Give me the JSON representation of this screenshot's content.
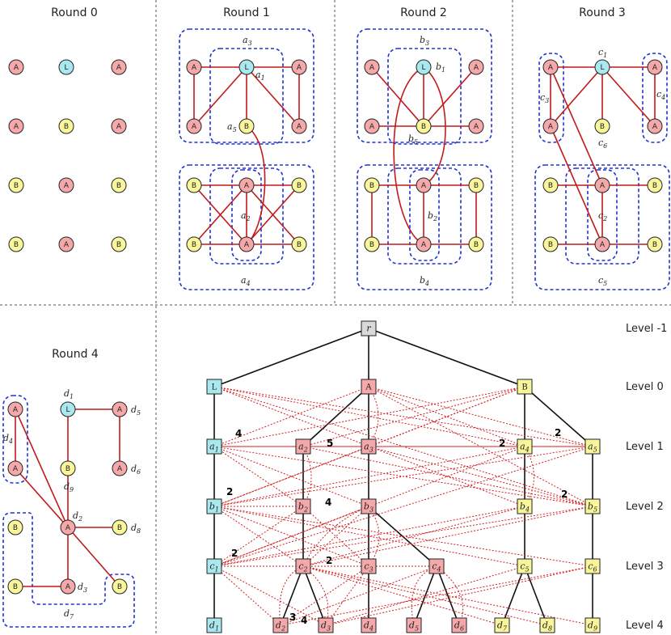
{
  "colors": {
    "A": "#f4a8aa",
    "L": "#a8e8ee",
    "B": "#f8f59a",
    "root": "#d9d9d9",
    "edge": "#c21a1a",
    "group": "#1f32d6"
  },
  "panels": {
    "round0": {
      "title": "Round 0"
    },
    "round1": {
      "title": "Round 1"
    },
    "round2": {
      "title": "Round 2"
    },
    "round3": {
      "title": "Round 3"
    },
    "round4": {
      "title": "Round 4"
    }
  },
  "tree": {
    "root": "r",
    "levels": [
      "Level -1",
      "Level 0",
      "Level 1",
      "Level 2",
      "Level 3",
      "Level 4"
    ],
    "counts": [
      "4",
      "5",
      "2",
      "2",
      "2",
      "4",
      "2",
      "2",
      "2",
      "3",
      "4"
    ]
  },
  "labels": {
    "A": "A",
    "B": "B",
    "L": "L",
    "a": "a",
    "b": "b",
    "c": "c",
    "d": "d",
    "s1": "1",
    "s2": "2",
    "s3": "3",
    "s4": "4",
    "s5": "5",
    "s6": "6",
    "s7": "7",
    "s8": "8",
    "s9": "9"
  }
}
